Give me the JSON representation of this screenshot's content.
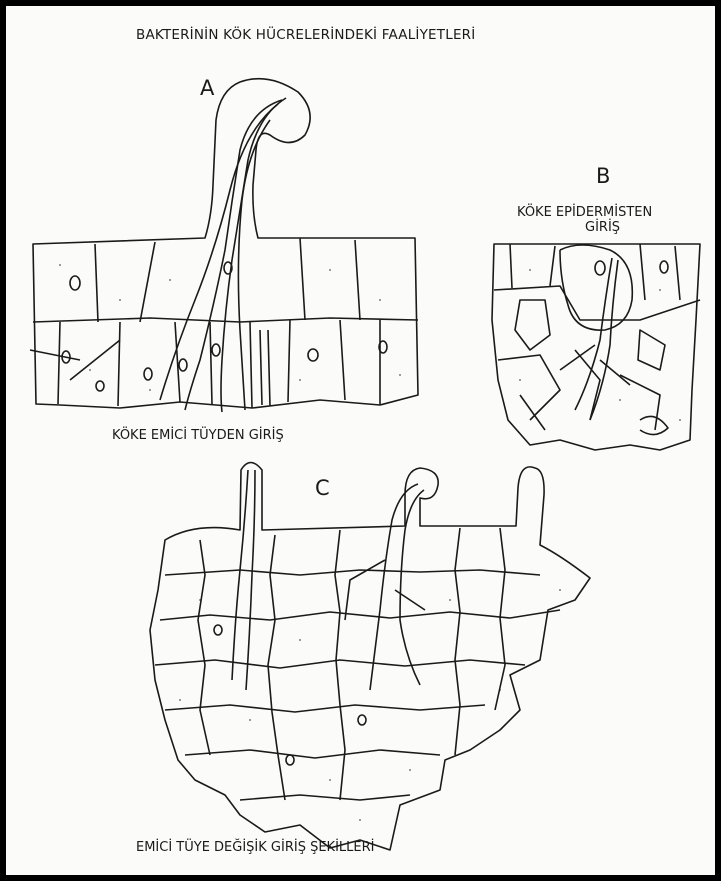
{
  "title": "BAKTERİNİN KÖK HÜCRELERİNDEKİ FAALİYETLERİ",
  "panels": {
    "a": {
      "letter": "A",
      "caption": "KÖKE EMİCİ TÜYDEN GİRİŞ"
    },
    "b": {
      "letter": "B",
      "caption_line1": "KÖKE EPİDERMİSTEN",
      "caption_line2": "GİRİŞ"
    },
    "c": {
      "letter": "C",
      "caption": "EMİCİ TÜYE DEĞİŞİK GİRİŞ ŞEKİLLERİ"
    }
  },
  "colors": {
    "ink": "#1a1a1a",
    "paper": "#fbfbfa",
    "border": "#000000"
  }
}
